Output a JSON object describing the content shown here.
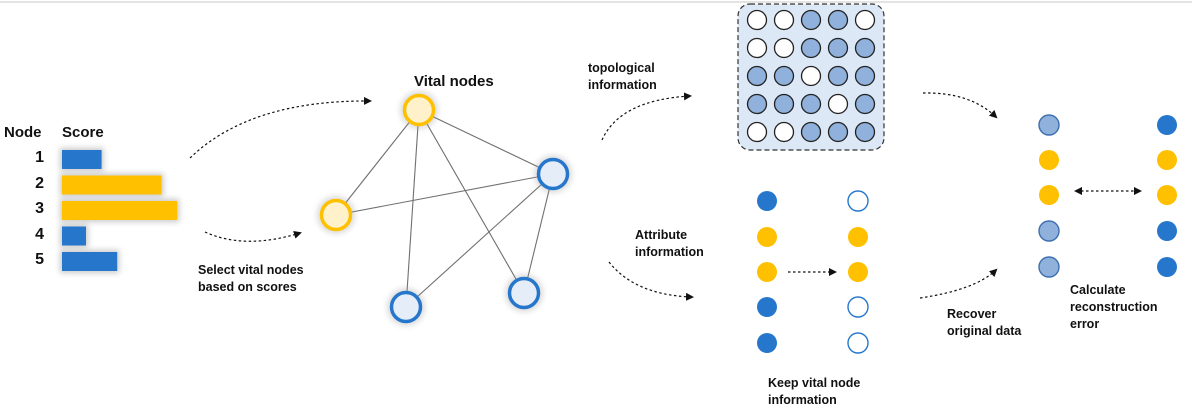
{
  "colors": {
    "blue": "#2677cc",
    "orange": "#ffc000",
    "light_blue": "#8fb1dc",
    "pale_blue_fill": "#e4edf8",
    "pale_orange_fill": "#fff1c9",
    "matrix_bg": "#dce8f5"
  },
  "table": {
    "node_header": "Node",
    "score_header": "Score",
    "rows": [
      {
        "node": "1",
        "score": 0.33,
        "color": "blue"
      },
      {
        "node": "2",
        "score": 0.83,
        "color": "orange"
      },
      {
        "node": "3",
        "score": 0.96,
        "color": "orange"
      },
      {
        "node": "4",
        "score": 0.2,
        "color": "blue"
      },
      {
        "node": "5",
        "score": 0.46,
        "color": "blue"
      }
    ]
  },
  "labels": {
    "select_vital": "Select vital nodes based on scores",
    "vital_nodes": "Vital nodes",
    "topological": "topological information",
    "attribute": "Attribute information",
    "keep_vital": "Keep vital node information",
    "recover": "Recover original data",
    "calc_error": "Calculate reconstruction error"
  },
  "graph": {
    "nodes": [
      {
        "id": "top",
        "style": "orange"
      },
      {
        "id": "left",
        "style": "orange"
      },
      {
        "id": "right",
        "style": "blue"
      },
      {
        "id": "bottom-left",
        "style": "blue"
      },
      {
        "id": "bottom-right",
        "style": "blue"
      }
    ],
    "edges": [
      [
        "top",
        "left"
      ],
      [
        "top",
        "right"
      ],
      [
        "top",
        "bottom-left"
      ],
      [
        "top",
        "bottom-right"
      ],
      [
        "left",
        "right"
      ],
      [
        "right",
        "bottom-left"
      ],
      [
        "right",
        "bottom-right"
      ]
    ]
  },
  "matrix": [
    [
      "w",
      "w",
      "f",
      "f",
      "w"
    ],
    [
      "w",
      "w",
      "f",
      "f",
      "f"
    ],
    [
      "f",
      "f",
      "w",
      "f",
      "f"
    ],
    [
      "f",
      "f",
      "f",
      "w",
      "f"
    ],
    [
      "w",
      "w",
      "f",
      "f",
      "f"
    ]
  ],
  "attr_left": [
    "blue",
    "orange",
    "orange",
    "blue",
    "blue"
  ],
  "attr_right": [
    "white",
    "orange",
    "orange",
    "white",
    "white"
  ],
  "recon_left": [
    "light",
    "orange",
    "orange",
    "light",
    "light"
  ],
  "recon_right": [
    "blue",
    "orange",
    "orange",
    "blue",
    "blue"
  ]
}
